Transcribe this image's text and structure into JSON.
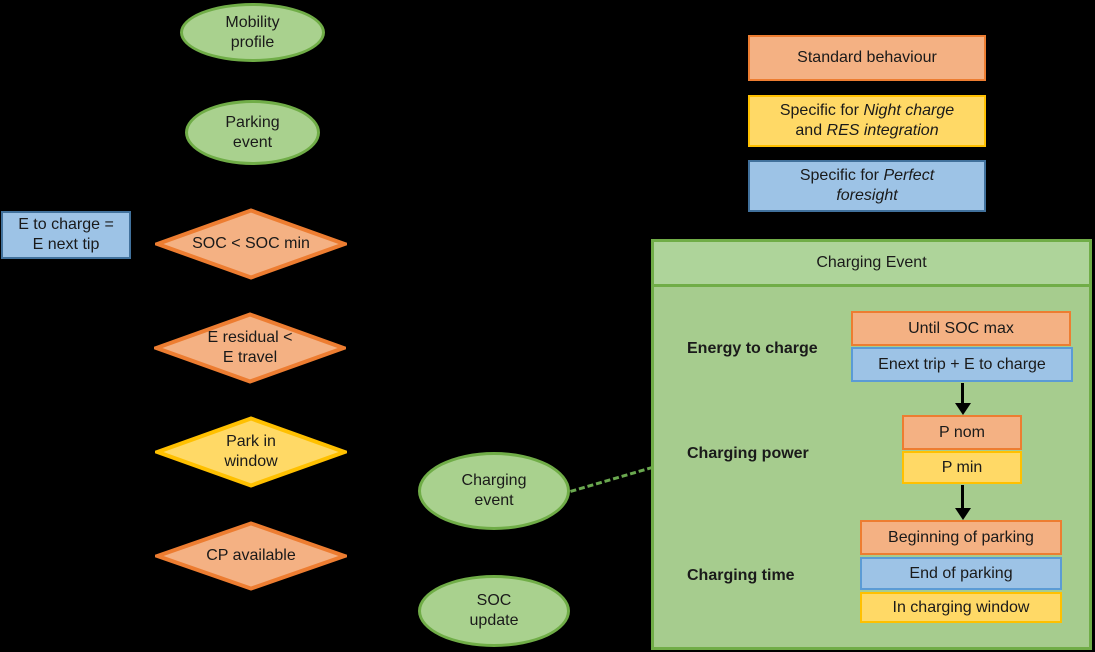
{
  "colors": {
    "background": "#000000",
    "green_fill": "#a9d18e",
    "green_border": "#70ad47",
    "panel_header_fill": "#aed49a",
    "panel_body_fill": "#a6cc8e",
    "orange_fill": "#f4b183",
    "orange_border": "#ed7d31",
    "yellow_fill": "#ffd966",
    "yellow_border": "#ffc000",
    "blue_fill": "#9dc3e6",
    "blue_border_dark": "#41719c",
    "blue_border_light": "#5b9bd5",
    "arrow_color": "#000000",
    "dashed_connector_color": "#6aa84f",
    "text_color": "#1a1a1a"
  },
  "flowchart": {
    "mobility_profile": "Mobility\nprofile",
    "parking_event": "Parking\nevent",
    "e_to_charge_note": "E to charge =\nE next tip",
    "soc_decision": "SOC < SOC min",
    "e_residual_decision": "E residual <\nE travel",
    "park_window_decision": "Park in\nwindow",
    "cp_available_decision": "CP available",
    "charging_event": "Charging\nevent",
    "soc_update": "SOC\nupdate"
  },
  "legend": {
    "standard": "Standard behaviour",
    "night": {
      "prefix": "Specific for ",
      "italic1": "Night charge",
      "mid": "and ",
      "italic2": "RES integration"
    },
    "perfect": {
      "prefix": "Specific for ",
      "italic": "Perfect foresight"
    }
  },
  "panel": {
    "title": "Charging Event",
    "rows": [
      {
        "label": "Energy to charge",
        "options": [
          {
            "text": "Until SOC max",
            "style": "orange"
          },
          {
            "text": "Enext trip + E to charge",
            "style": "blue"
          }
        ]
      },
      {
        "label": "Charging power",
        "options": [
          {
            "text": "P nom",
            "style": "orange"
          },
          {
            "text": "P min",
            "style": "yellow"
          }
        ]
      },
      {
        "label": "Charging time",
        "options": [
          {
            "text": "Beginning of parking",
            "style": "orange"
          },
          {
            "text": "End of parking",
            "style": "blue"
          },
          {
            "text": "In charging window",
            "style": "yellow"
          }
        ]
      }
    ]
  }
}
